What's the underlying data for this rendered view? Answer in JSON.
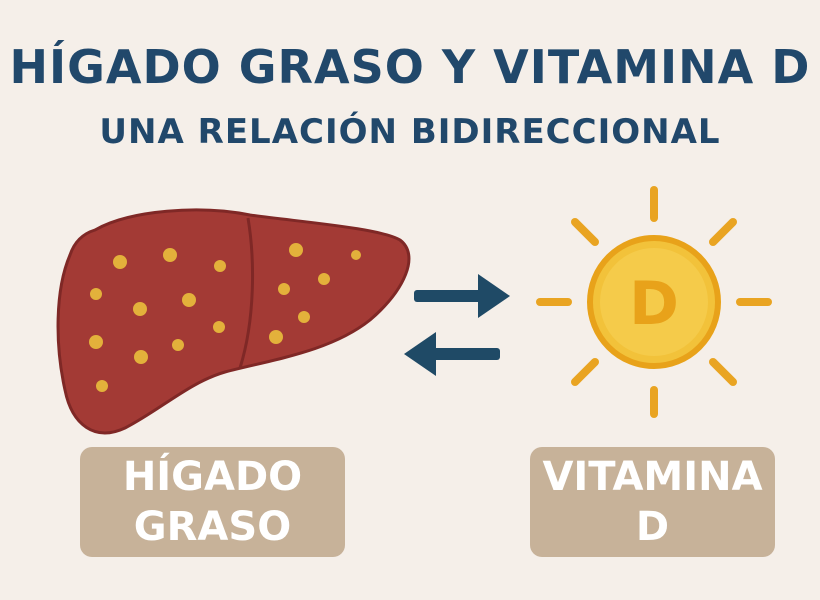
{
  "header": {
    "title": "HÍGADO GRASO Y VITAMINA D",
    "subtitle": "UNA RELACIÓN BIDIRECCIONAL"
  },
  "liver_label": {
    "line1": "HÍGADO",
    "line2": "GRASO"
  },
  "vitamin_label": {
    "line1": "VITAMINA",
    "line2": "D"
  },
  "sun": {
    "letter": "D"
  },
  "colors": {
    "background": "#f5efe9",
    "title": "#21486b",
    "liver": "#a33a35",
    "fat_spots": "#e3b13b",
    "arrow": "#1f4a66",
    "sun": "#f2c23a",
    "sun_rays": "#e9a422",
    "label_box": "#c7b299",
    "label_text": "#ffffff"
  },
  "icons": [
    "liver-icon",
    "arrow-right-icon",
    "arrow-left-icon",
    "sun-icon"
  ]
}
